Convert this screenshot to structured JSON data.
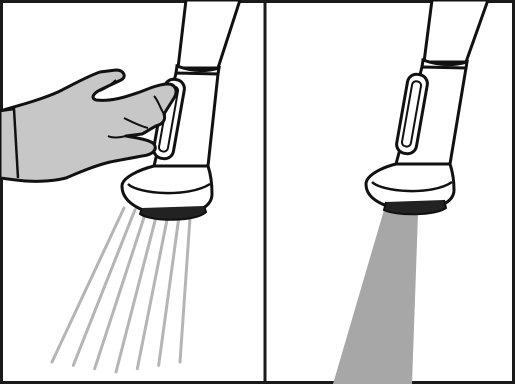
{
  "panels": [
    {
      "id": "spray-mode",
      "hand_color": "#c7c7c7",
      "spray_color": "#b5b5b5",
      "spray_streams": 7
    },
    {
      "id": "stream-mode",
      "stream_color": "#a7a7a7"
    }
  ],
  "colors": {
    "outline": "#111111",
    "panel_border": "#1a1a1a",
    "faucet_fill": "#ffffff",
    "background": "#ffffff"
  }
}
